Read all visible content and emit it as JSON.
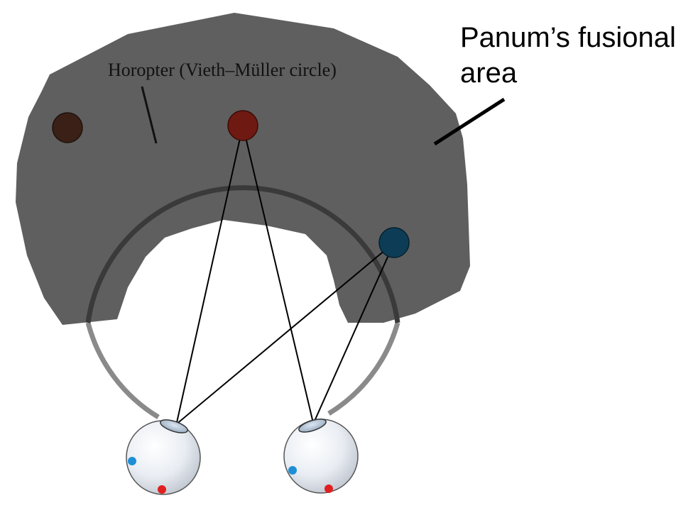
{
  "labels": {
    "horopter": "Horopter (Vieth–Müller circle)",
    "panum": "Panum’s fusional\narea"
  },
  "colors": {
    "fusional_area": "#5f5f5f",
    "horopter_dark": "#3a3a3a",
    "horopter_light": "#8a8a8a",
    "fixation_point": "#6e1a12",
    "near_point": "#3a2016",
    "blue_point": "#0d3d56",
    "retina_red": "#e02020",
    "retina_blue": "#1e8fd6",
    "eye_fill": "#eef1f6"
  },
  "objects": {
    "fixation_point": "red point on horopter",
    "near_point": "dark brown point inside fusional area",
    "blue_point": "blue point on horopter"
  }
}
